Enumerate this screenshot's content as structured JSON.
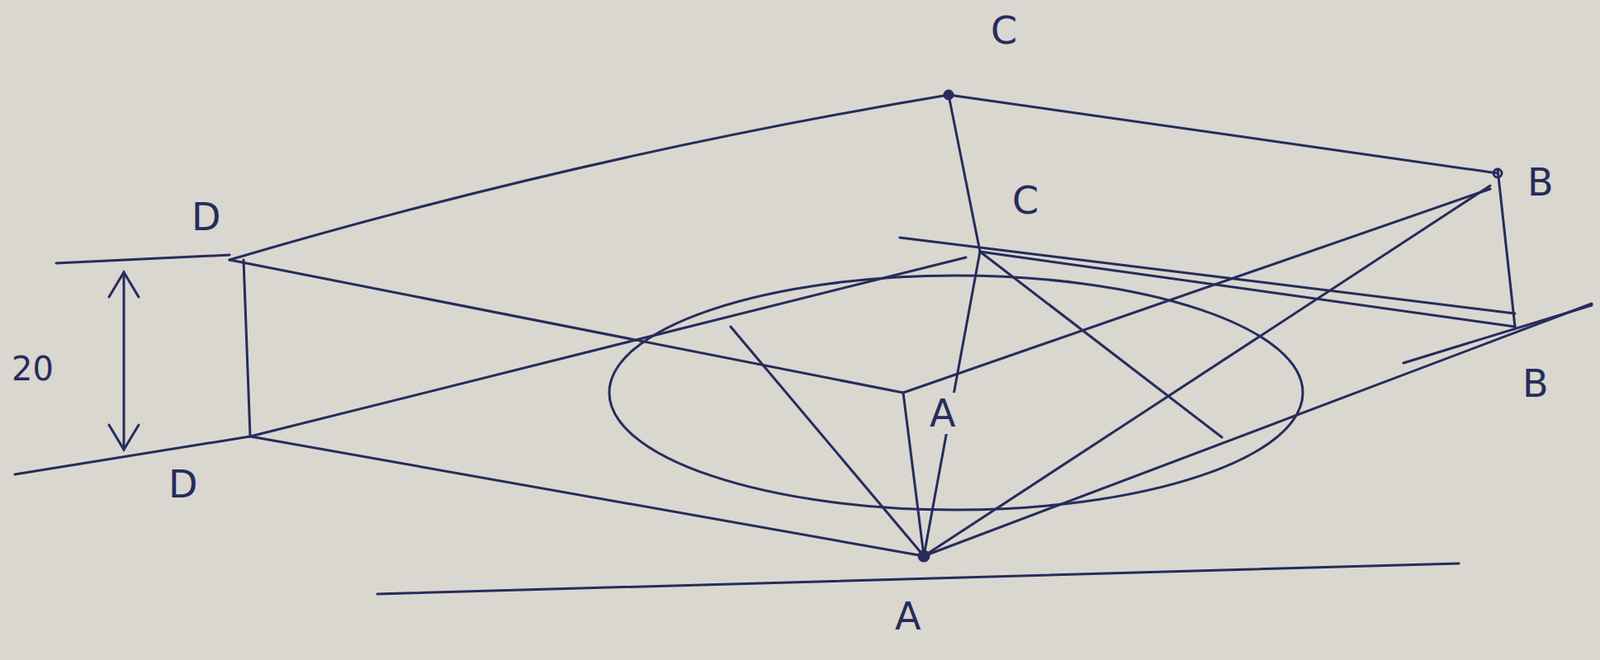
{
  "diagram": {
    "labels": [
      "C",
      "B",
      "D",
      "C",
      "20",
      "A",
      "B",
      "D",
      "A"
    ]
  }
}
